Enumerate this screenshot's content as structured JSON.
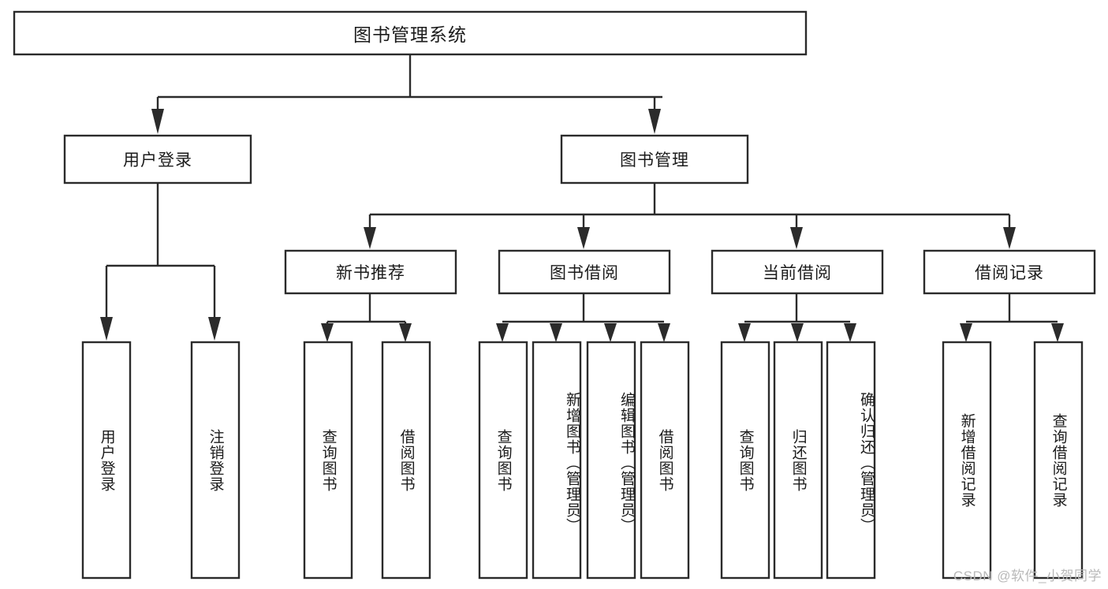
{
  "diagram": {
    "title": "图书管理系统",
    "type": "hierarchy-tree",
    "watermark": "CSDN @软件_小贺同学",
    "colors": {
      "stroke": "#2b2b2b",
      "fill": "#ffffff",
      "text": "#1b1b1b",
      "watermark": "#b9b9b9"
    },
    "root": {
      "label": "图书管理系统"
    },
    "level2": [
      {
        "label": "用户登录"
      },
      {
        "label": "图书管理"
      }
    ],
    "level3": [
      {
        "label": "新书推荐"
      },
      {
        "label": "图书借阅"
      },
      {
        "label": "当前借阅"
      },
      {
        "label": "借阅记录"
      }
    ],
    "leaves": {
      "user_login": [
        {
          "label": "用户登录"
        },
        {
          "label": "注销登录"
        }
      ],
      "new_book_recommend": [
        {
          "label": "查询图书"
        },
        {
          "label": "借阅图书"
        }
      ],
      "book_borrow": [
        {
          "label": "查询图书"
        },
        {
          "label": "新增图书（管理员）"
        },
        {
          "label": "编辑图书（管理员）"
        },
        {
          "label": "借阅图书"
        }
      ],
      "current_borrow": [
        {
          "label": "查询图书"
        },
        {
          "label": "归还图书"
        },
        {
          "label": "确认归还（管理员）"
        }
      ],
      "borrow_records": [
        {
          "label": "新增借阅记录"
        },
        {
          "label": "查询借阅记录"
        }
      ]
    }
  }
}
